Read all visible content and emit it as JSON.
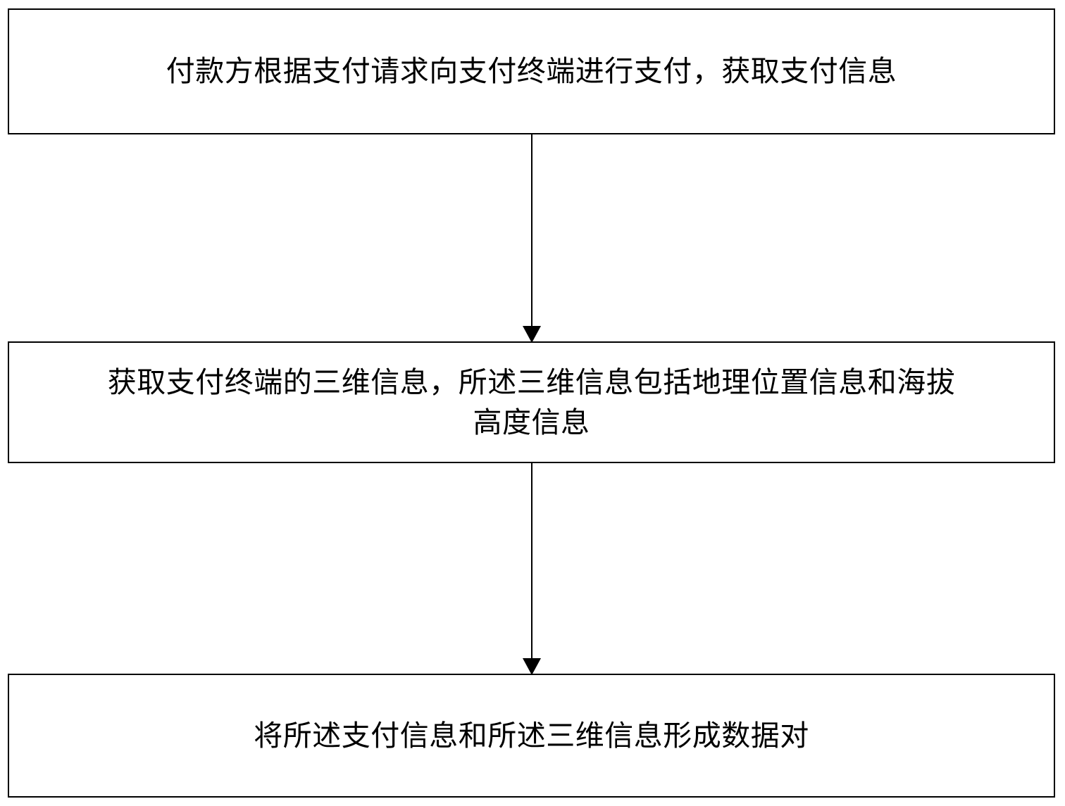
{
  "diagram": {
    "type": "flowchart",
    "orientation": "vertical",
    "background_color": "#ffffff",
    "line_color": "#000000",
    "text_color": "#000000",
    "nodes": [
      {
        "id": "node-1",
        "shape": "rectangle",
        "text": "付款方根据支付请求向支付终端进行支付，获取支付信息"
      },
      {
        "id": "node-2",
        "shape": "rectangle",
        "text": "获取支付终端的三维信息，所述三维信息包括地理位置信息和海拔\n高度信息"
      },
      {
        "id": "node-3",
        "shape": "rectangle",
        "text": "将所述支付信息和所述三维信息形成数据对"
      }
    ],
    "connectors": [
      {
        "id": "connector-1",
        "from": "node-1",
        "to": "node-2",
        "arrowhead": "solid-triangle-down",
        "label": ""
      },
      {
        "id": "connector-2",
        "from": "node-2",
        "to": "node-3",
        "arrowhead": "solid-triangle-down",
        "label": ""
      }
    ]
  }
}
